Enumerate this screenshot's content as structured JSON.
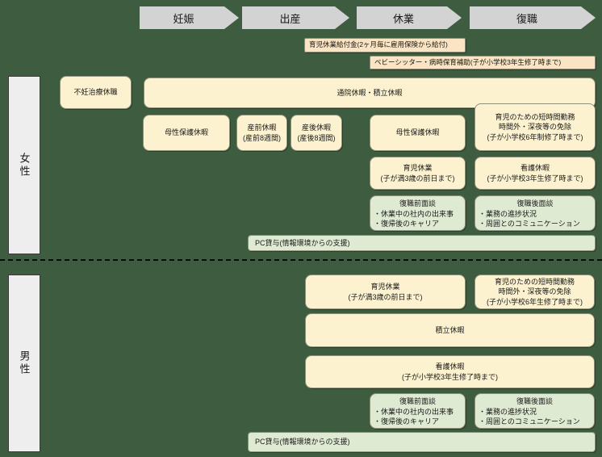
{
  "colors": {
    "background": "#3E5C40",
    "stage_fill": "#D3D3D3",
    "cream_box": "#FCF2CF",
    "peach_box": "#FAE4C3",
    "green_box": "#DFEAD3",
    "side_bar": "#EEEEEE"
  },
  "stages": [
    {
      "label": "妊娠"
    },
    {
      "label": "出産"
    },
    {
      "label": "休業"
    },
    {
      "label": "復職"
    }
  ],
  "banners": {
    "kyufu": "育児休業給付金(2ヶ月毎に雇用保険から給付)",
    "babysitter": "ベビーシッター・病時保育補助(子が小学校3年生修了時まで)"
  },
  "female": {
    "label": "女性",
    "funin": "不妊治療休職",
    "tsuin": "通院休暇・積立休暇",
    "bosei1": "母性保護休暇",
    "sanzen": "産前休暇\n(産前8週間)",
    "sango": "産後休暇\n(産後8週間)",
    "bosei2": "母性保護休暇",
    "tanjikan": "育児のための短時間勤務\n時間外・深夜等の免除\n(子が小学校6年制修了時まで)",
    "ikuji": "育児休業\n(子が満3歳の前日まで)",
    "kango": "看護休暇\n(子が小学校3年生修了時まで)",
    "pre_title": "復職前面談",
    "pre_items": "・休業中の社内の出来事\n・復帰後のキャリア",
    "post_title": "復職後面談",
    "post_items": "・業務の進捗状況\n・周囲とのコミュニケーション",
    "pc": "PC貸与(情報環境からの支援)"
  },
  "male": {
    "label": "男性",
    "ikuji": "育児休業\n(子が満3歳の前日まで)",
    "tanjikan": "育児のための短時間勤務\n時間外・深夜等の免除\n(子が小学校6年生修了時まで)",
    "tsumitate": "積立休暇",
    "kango": "看護休暇\n(子が小学校3年生修了時まで)",
    "pre_title": "復職前面談",
    "pre_items": "・休業中の社内の出来事\n・復帰後のキャリア",
    "post_title": "復職後面談",
    "post_items": "・業務の進捗状況\n・周囲とのコミュニケーション",
    "pc": "PC貸与(情報環境からの支援)"
  }
}
